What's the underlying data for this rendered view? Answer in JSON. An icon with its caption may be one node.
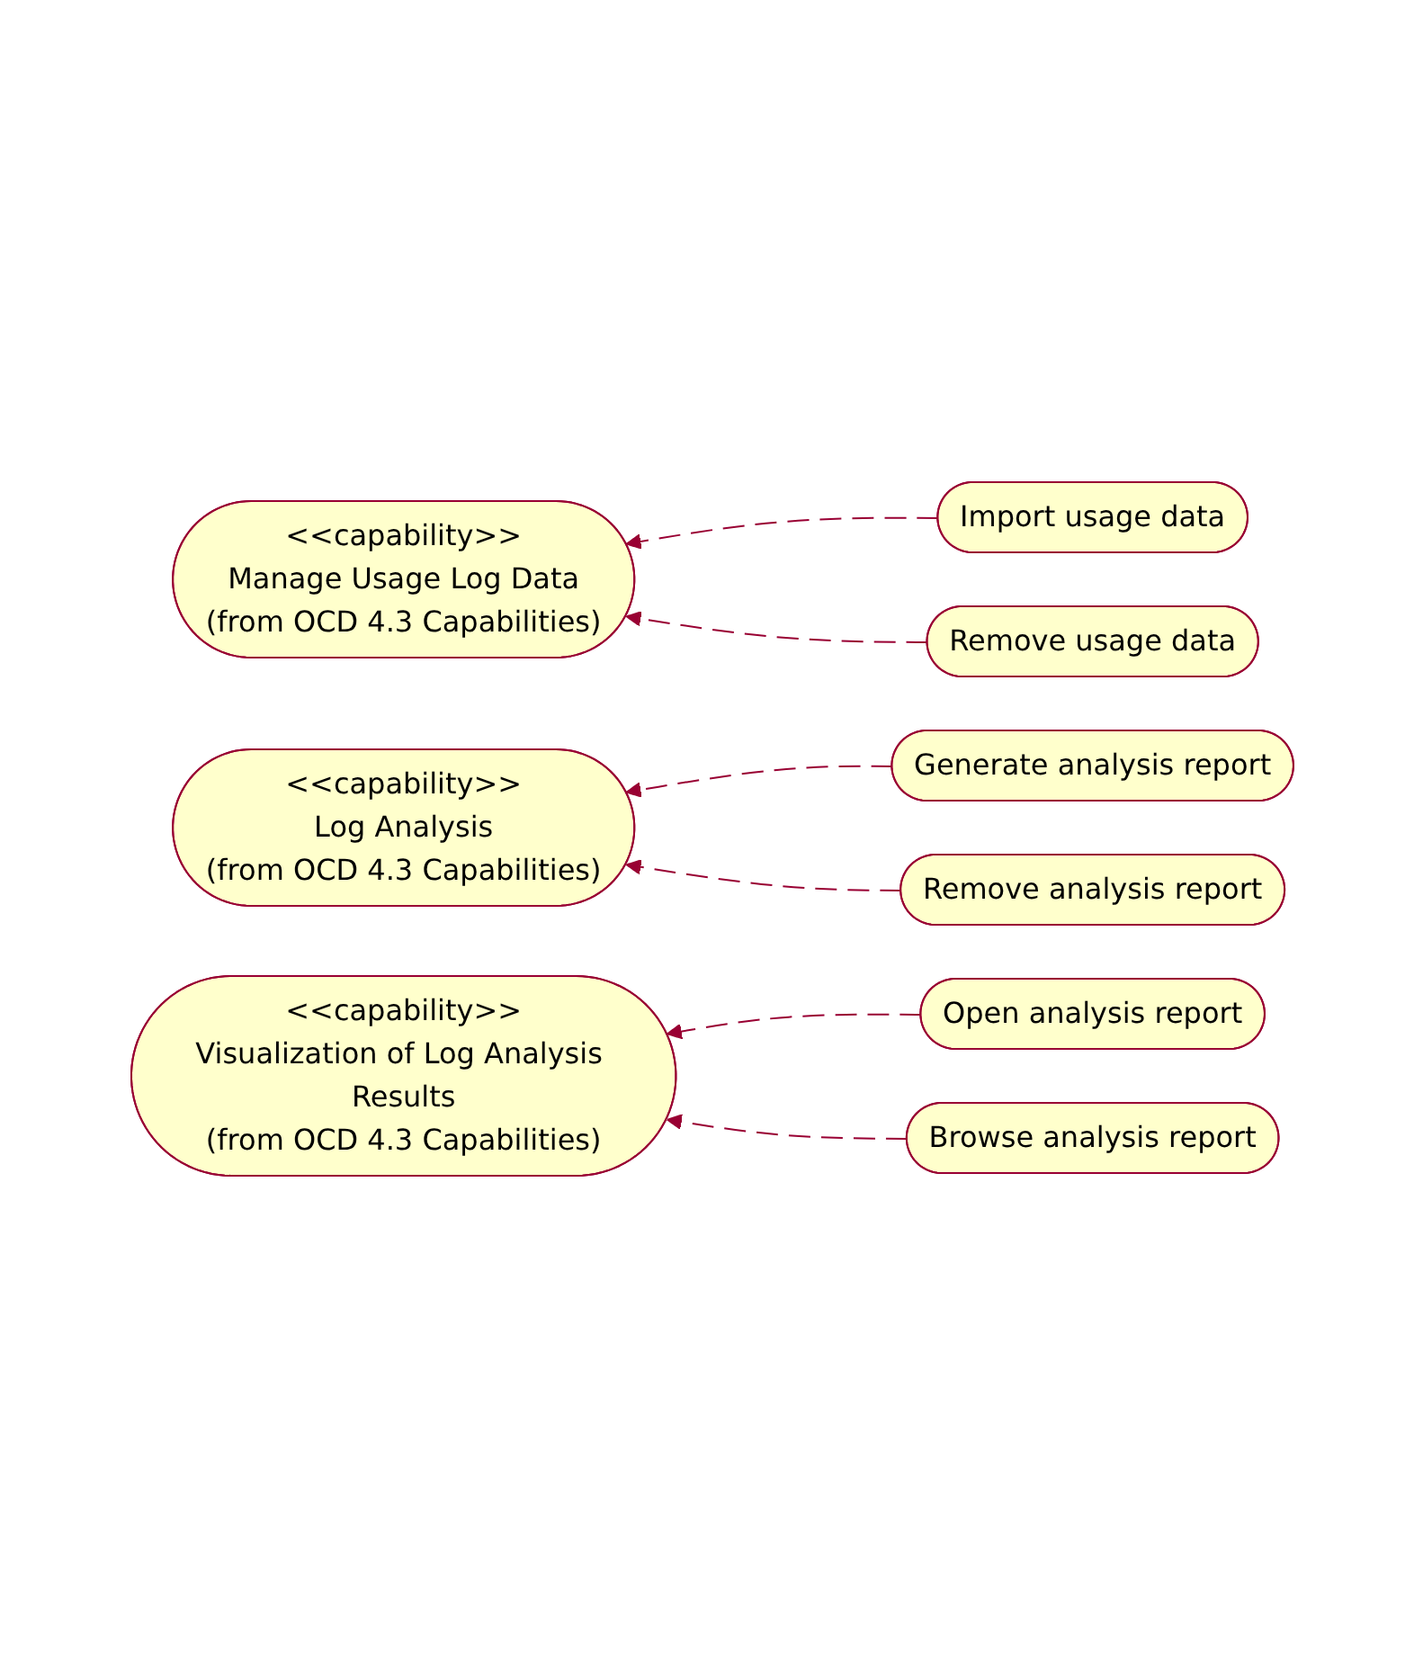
{
  "diagram": {
    "nodes": [
      {
        "text": [
          "Import usage data"
        ]
      },
      {
        "text": [
          "<<capability>>",
          "Manage Usage Log Data",
          "(from OCD 4.3 Capabilities)"
        ]
      },
      {
        "text": [
          "Remove usage data"
        ]
      },
      {
        "text": [
          "Generate analysis report"
        ]
      },
      {
        "text": [
          "<<capability>>",
          "Log Analysis",
          "(from OCD 4.3 Capabilities)"
        ]
      },
      {
        "text": [
          "Remove analysis report"
        ]
      },
      {
        "text": [
          "Open analysis report"
        ]
      },
      {
        "text": [
          "<<capability>>",
          "Visualization of Log Analysis Results",
          "(from OCD 4.3 Capabilities)"
        ]
      },
      {
        "text": [
          "Browse analysis report"
        ]
      }
    ],
    "edges": [
      {
        "from": 0,
        "to": 1,
        "arrow": "to",
        "style": "dashed"
      },
      {
        "from": 2,
        "to": 1,
        "arrow": "to",
        "style": "dashed"
      },
      {
        "from": 3,
        "to": 4,
        "arrow": "to",
        "style": "dashed"
      },
      {
        "from": 5,
        "to": 4,
        "arrow": "to",
        "style": "dashed"
      },
      {
        "from": 6,
        "to": 7,
        "arrow": "to",
        "style": "dashed"
      },
      {
        "from": 8,
        "to": 7,
        "arrow": "to",
        "style": "dashed"
      }
    ]
  }
}
